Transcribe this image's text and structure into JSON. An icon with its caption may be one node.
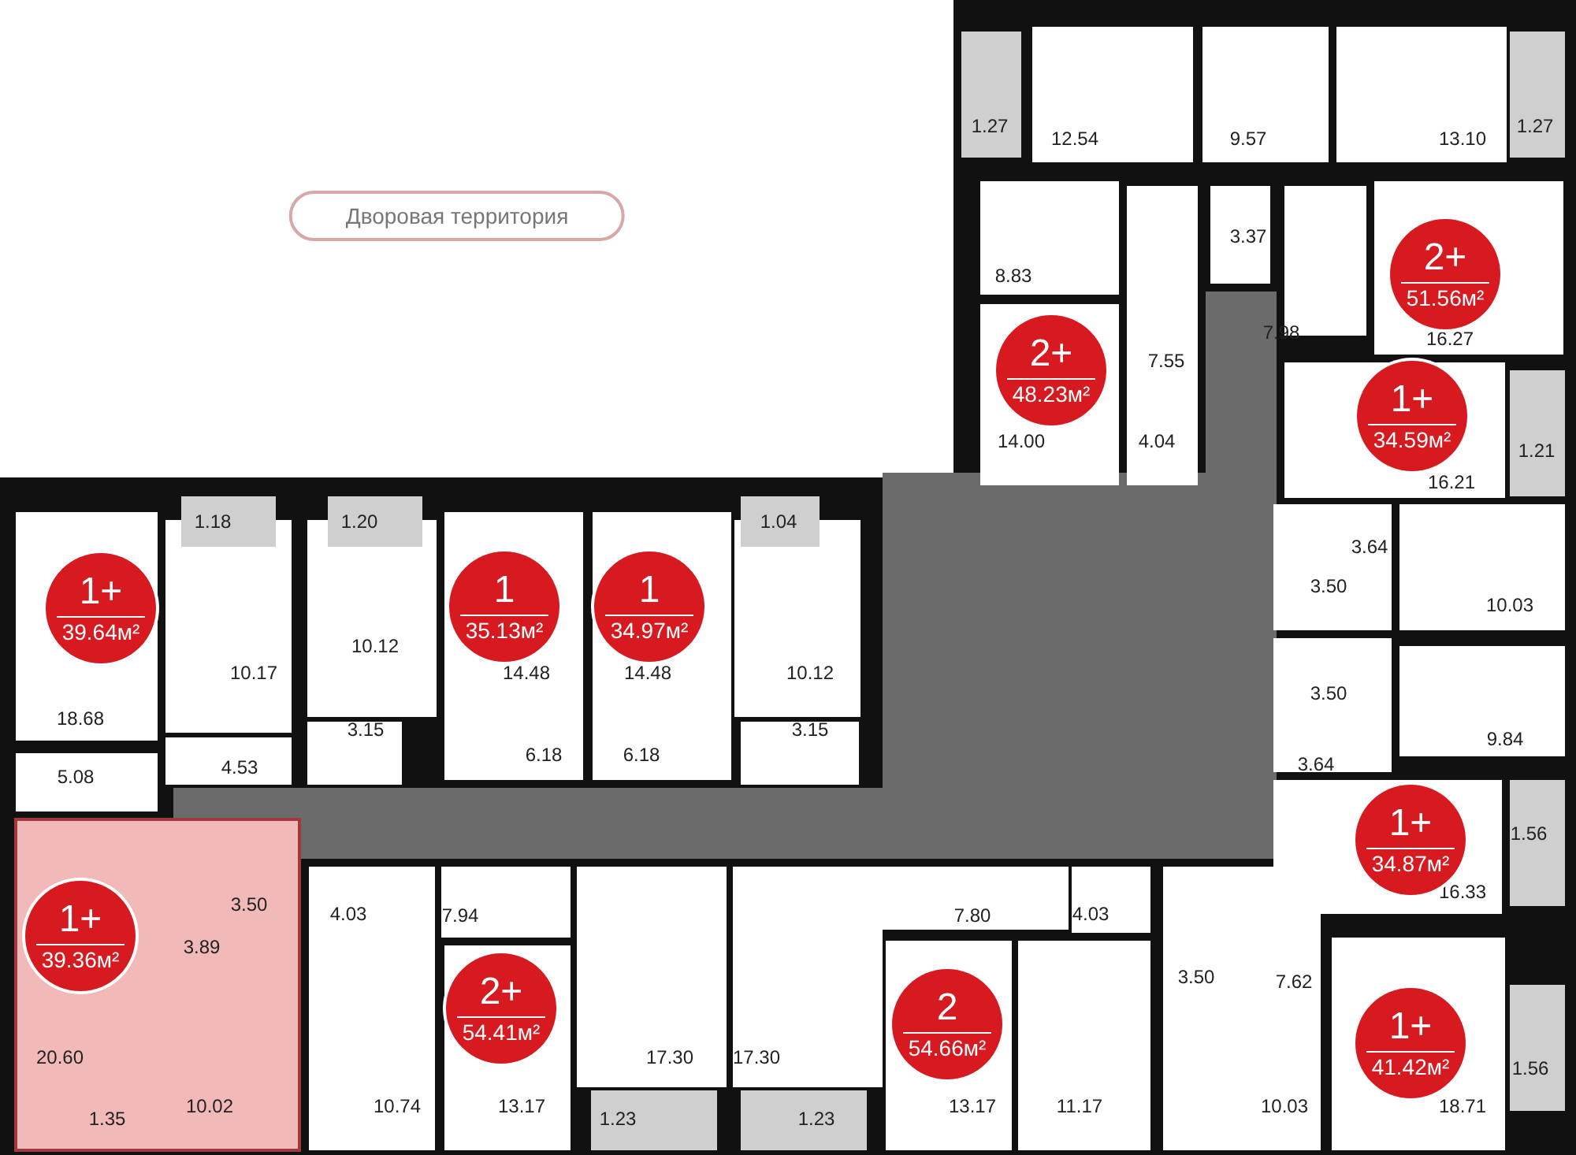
{
  "diagram": {
    "nodes": [
      {
        "text": [
          "Дворовая территория"
        ]
      },
      {
        "text": [
          "2+",
          "51.56м²"
        ]
      },
      {
        "text": [
          "2+",
          "48.23м²"
        ]
      },
      {
        "text": [
          "1+",
          "34.59м²"
        ]
      },
      {
        "text": [
          "1+",
          "39.64м²"
        ]
      },
      {
        "text": [
          "1",
          "35.13м²"
        ]
      },
      {
        "text": [
          "1",
          "34.97м²"
        ]
      },
      {
        "text": [
          "1+",
          "34.87м²"
        ]
      },
      {
        "text": [
          "1+",
          "39.36м²"
        ]
      },
      {
        "text": [
          "2+",
          "54.41м²"
        ]
      },
      {
        "text": [
          "2",
          "54.66м²"
        ]
      },
      {
        "text": [
          "1+",
          "41.42м²"
        ]
      }
    ],
    "labels": [
      "1.27",
      "12.54",
      "9.57",
      "13.10",
      "1.27",
      "3.37",
      "8.83",
      "16.27",
      "7.98",
      "7.55",
      "14.00",
      "4.04",
      "1.21",
      "16.21",
      "1.18",
      "1.20",
      "1.04",
      "3.64",
      "10.17",
      "10.12",
      "14.48",
      "14.48",
      "10.12",
      "3.50",
      "10.03",
      "18.68",
      "3.15",
      "3.15",
      "3.50",
      "9.84",
      "5.08",
      "4.53",
      "6.18",
      "6.18",
      "3.64",
      "1.56",
      "3.50",
      "4.03",
      "7.94",
      "7.80",
      "4.03",
      "16.33",
      "3.89",
      "3.50",
      "7.62",
      "20.60",
      "17.30",
      "17.30",
      "10.74",
      "13.17",
      "13.17",
      "11.17",
      "10.03",
      "18.71",
      "1.56",
      "1.35",
      "10.02",
      "1.23",
      "1.23"
    ]
  }
}
